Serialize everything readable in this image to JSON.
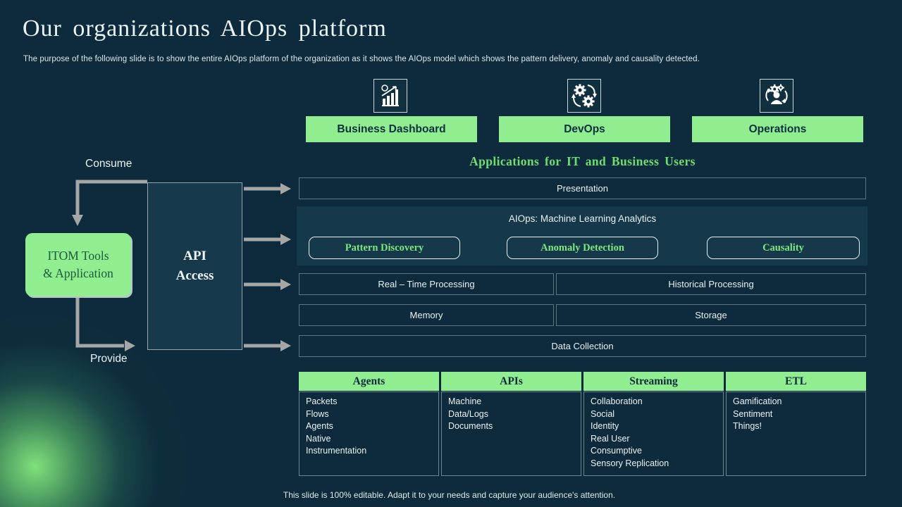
{
  "slide": {
    "title": "Our organizations AIOps platform",
    "subtitle": "The purpose of the following slide is to show the entire AIOps platform of the organization as it shows the AIOps model which shows the pattern delivery, anomaly and causality detected.",
    "footer": "This slide is 100% editable. Adapt it to your needs and capture your audience's attention."
  },
  "colors": {
    "background": "#0d2b3c",
    "panel": "#15384a",
    "accent_green": "#90ee90",
    "heading_green": "#6ede6e",
    "pill_text_green": "#7ce87c",
    "arrow_gray": "#a6a6a6",
    "dark_text": "#0d2b3c"
  },
  "top_apps": [
    {
      "label": "Business Dashboard",
      "icon": "bar-chart-icon"
    },
    {
      "label": "DevOps",
      "icon": "gears-cycle-icon"
    },
    {
      "label": "Operations",
      "icon": "person-gear-cycle-icon"
    }
  ],
  "applications_heading": "Applications for IT and Business Users",
  "flow": {
    "consume_label": "Consume",
    "provide_label": "Provide",
    "itom_line1": "ITOM Tools",
    "itom_line2": "& Application",
    "api_line1": "API",
    "api_line2": "Access"
  },
  "layers": {
    "presentation": "Presentation",
    "aiops_title": "AIOps: Machine Learning Analytics",
    "aiops_buttons": [
      "Pattern Discovery",
      "Anomaly Detection",
      "Causality"
    ],
    "processing": [
      "Real – Time Processing",
      "Historical Processing"
    ],
    "memory_storage": [
      "Memory",
      "Storage"
    ],
    "data_collection": "Data Collection"
  },
  "table": {
    "headers": [
      "Agents",
      "APIs",
      "Streaming",
      "ETL"
    ],
    "columns": [
      [
        "Packets",
        "Flows",
        "Agents",
        "Native",
        "Instrumentation"
      ],
      [
        "Machine",
        "Data/Logs",
        "Documents"
      ],
      [
        "Collaboration",
        "Social",
        "Identity",
        "Real User",
        "Consumptive",
        "Sensory Replication"
      ],
      [
        "Gamification",
        "Sentiment",
        "Things!"
      ]
    ]
  }
}
